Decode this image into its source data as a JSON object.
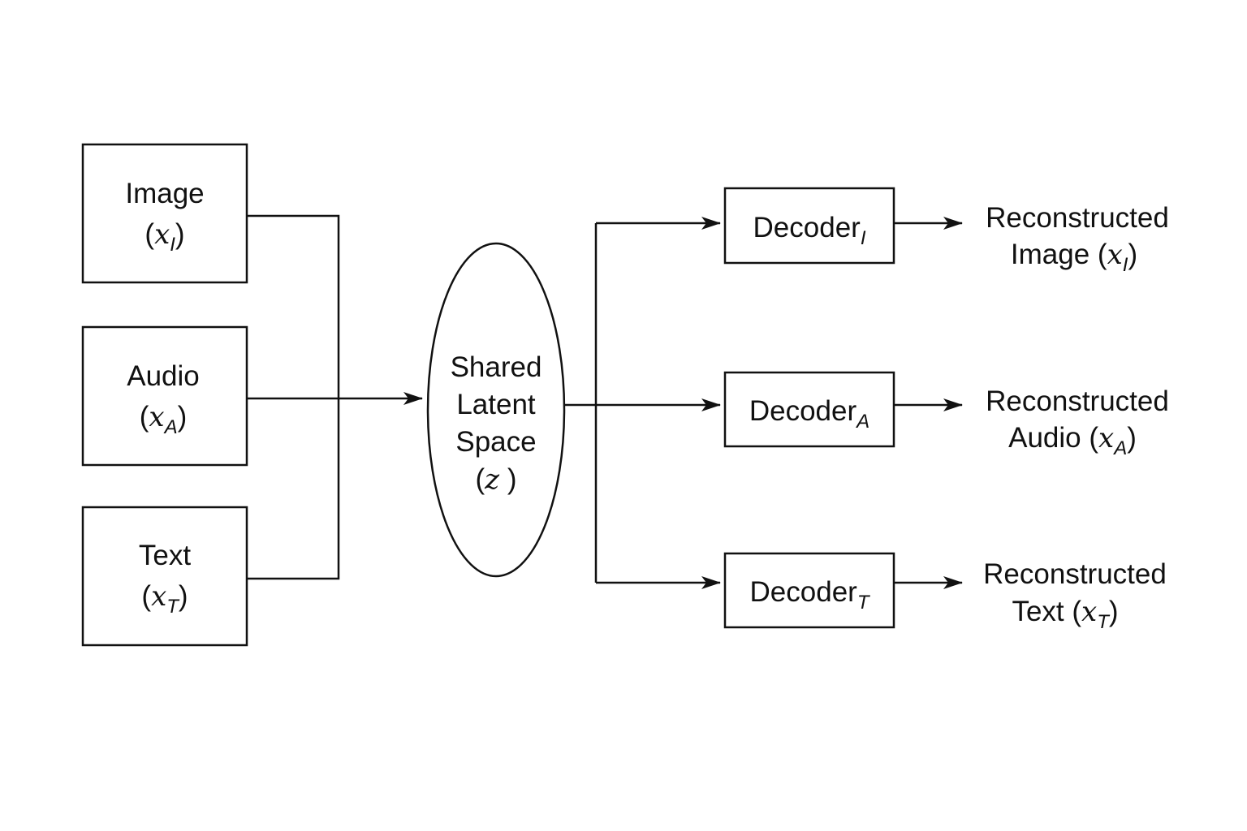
{
  "inputs": [
    {
      "name": "Image",
      "var": "x",
      "sub": "I"
    },
    {
      "name": "Audio",
      "var": "x",
      "sub": "A"
    },
    {
      "name": "Text",
      "var": "x",
      "sub": "T"
    }
  ],
  "latent": {
    "lines": [
      "Shared",
      "Latent",
      "Space"
    ],
    "var": "z"
  },
  "decoders": [
    {
      "name": "Decoder",
      "sub": "I"
    },
    {
      "name": "Decoder",
      "sub": "A"
    },
    {
      "name": "Decoder",
      "sub": "T"
    }
  ],
  "outputs": [
    {
      "line1": "Reconstructed",
      "line2": "Image",
      "var": "x",
      "sub": "I"
    },
    {
      "line1": "Reconstructed",
      "line2": "Audio",
      "var": "x",
      "sub": "A"
    },
    {
      "line1": "Reconstructed",
      "line2": "Text",
      "var": "x",
      "sub": "T"
    }
  ]
}
